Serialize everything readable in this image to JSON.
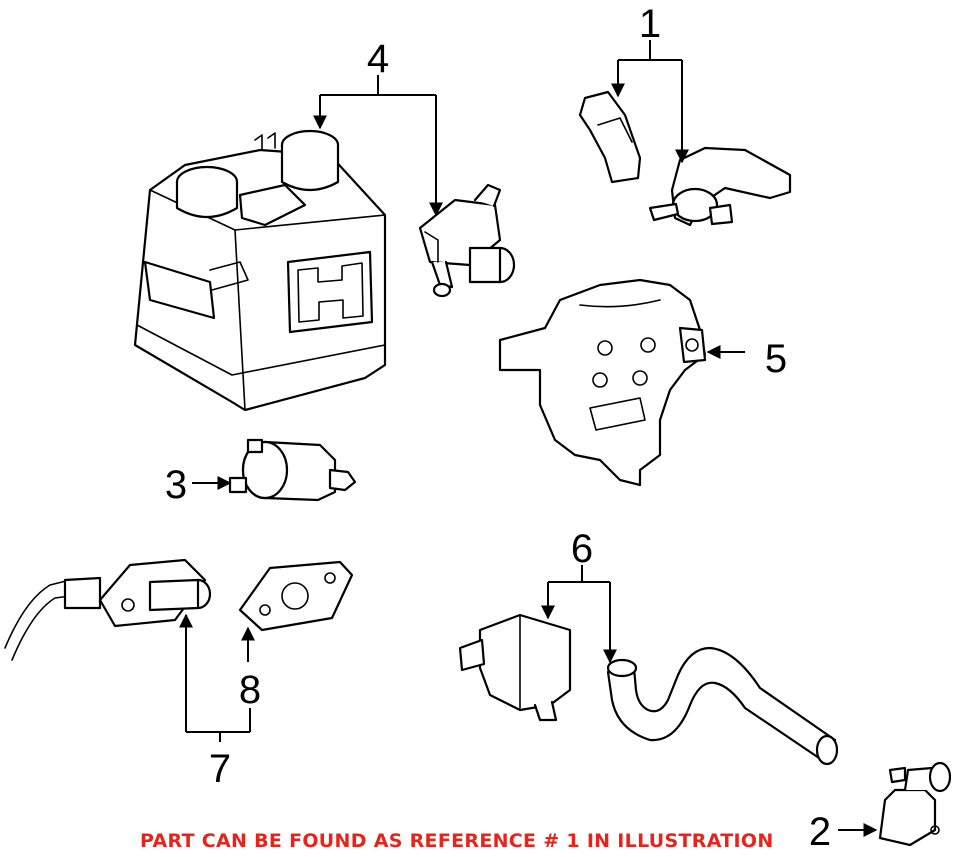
{
  "callouts": {
    "n1": "1",
    "n2": "2",
    "n3": "3",
    "n4": "4",
    "n5": "5",
    "n6": "6",
    "n7": "7",
    "n8": "8"
  },
  "footnote": "PART CAN BE FOUND AS REFERENCE # 1 IN ILLUSTRATION",
  "colors": {
    "line": "#000000",
    "footnote": "#e8231b",
    "background": "#ffffff"
  }
}
